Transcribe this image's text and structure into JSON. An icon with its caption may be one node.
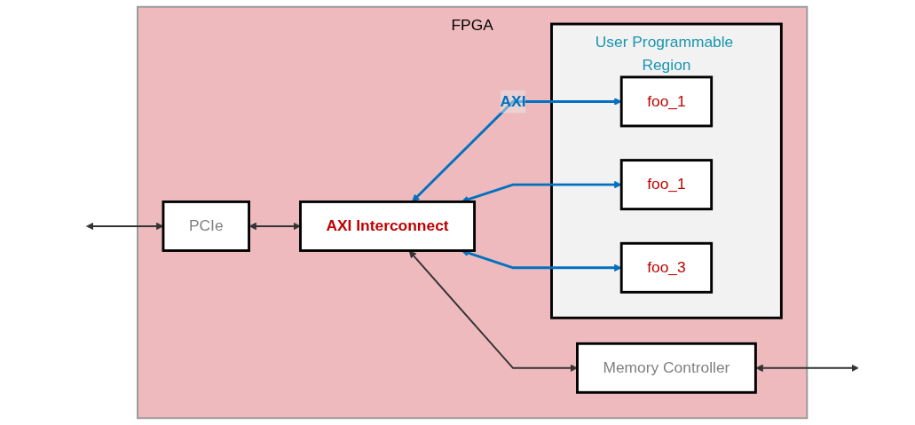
{
  "diagram": {
    "nodes": [
      {
        "text": [
          "FPGA"
        ]
      },
      {
        "text": [
          "PCIe"
        ],
        "in": 0
      },
      {
        "text": [
          "AXI Interconnect"
        ],
        "in": 0
      },
      {
        "text": [
          "Memory Controller"
        ],
        "in": 0
      },
      {
        "text": [
          "User Programmable Region"
        ],
        "in": 0
      },
      {
        "text": [
          "foo_1"
        ],
        "in": 4
      },
      {
        "text": [
          "foo_1"
        ],
        "in": 4
      },
      {
        "text": [
          "foo_3"
        ],
        "in": 4
      }
    ],
    "edges": [
      {
        "from": null,
        "to": 1,
        "arrow": "both"
      },
      {
        "from": 1,
        "to": 2,
        "arrow": "both"
      },
      {
        "from": 2,
        "to": 3,
        "arrow": "both"
      },
      {
        "from": 3,
        "to": null,
        "arrow": "both"
      },
      {
        "from": 2,
        "to": 5,
        "arrow": "both",
        "label": "AXI",
        "color": "#0070c0"
      },
      {
        "from": 2,
        "to": 6,
        "arrow": "both",
        "color": "#0070c0"
      },
      {
        "from": 2,
        "to": 7,
        "arrow": "both",
        "color": "#0070c0"
      }
    ]
  }
}
